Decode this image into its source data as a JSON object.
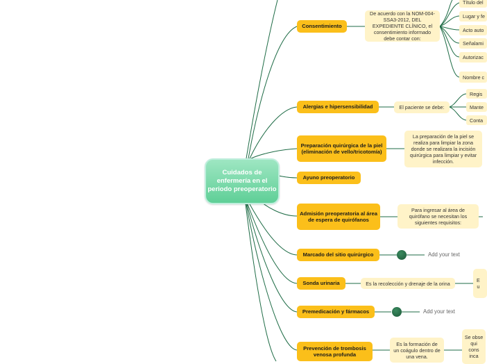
{
  "central": "Cuidados de enfermería en el periodo preoperatorio",
  "topics": [
    {
      "label": "Consentimiento",
      "detail": "De acuerdo con la NOM-004-SSA3-2012, DEL EXPEDIENTE CLÍNICO, el consentimiento informado debe contar con:"
    },
    {
      "label": "Alergias e hipersensibilidad",
      "detail": "El paciente se debe:"
    },
    {
      "label": "Preparación quirúrgica de la piel (eliminación de vello/tricotomía)",
      "detail": "La preparación de la piel se realiza para limpiar la zona donde se realizara la incisión quirúrgica para limpiar y evitar infección."
    },
    {
      "label": "Ayuno preoperatorio"
    },
    {
      "label": "Admisión preoperatoria al área de espera de quirófanos",
      "detail": "Para ingresar al área de quirófano se necesitan los siguientes requisitos:"
    },
    {
      "label": "Marcado del sitio quirúrgico",
      "add": "Add your text"
    },
    {
      "label": "Sonda urinaria",
      "detail": "Es la recolección y drenaje de la orina",
      "extra": "E\nu"
    },
    {
      "label": "Premedicación y fármacos",
      "add": "Add your text"
    },
    {
      "label": "Prevención de trombosis venosa profunda",
      "detail": "Es la formación de un coágulo dentro de una vena.",
      "extra": "Se obse\nqui\ncons\ninca\n"
    }
  ],
  "consent_items": [
    "Título del",
    "Lugar y fe",
    "Acto auto",
    "Señalami",
    "Autorizac",
    "Nombre c"
  ],
  "allergy_items": [
    "Regis",
    "Mante",
    "Conta"
  ]
}
